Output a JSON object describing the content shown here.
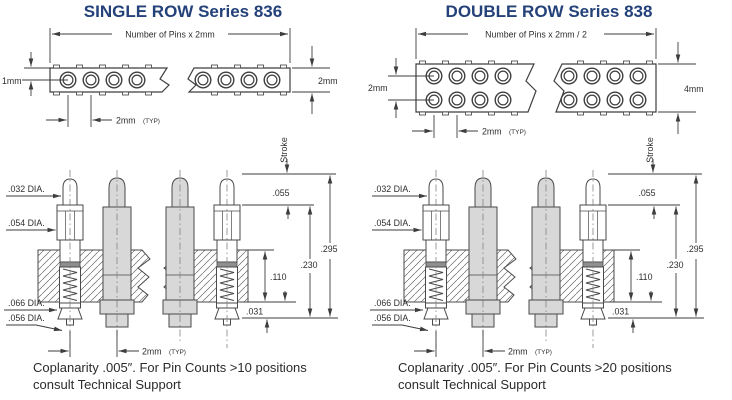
{
  "panels": {
    "left": {
      "title": "SINGLE ROW Series 836",
      "top_view": {
        "width_label": "Number of Pins x 2mm",
        "row_dim": "1mm",
        "height_dim": "2mm",
        "pitch_dim": "2mm",
        "pitch_typ": "(TYP)"
      },
      "side_view": {
        "stroke_label": "Stroke",
        "dia_plunger": ".032 DIA.",
        "dia_barrel": ".054 DIA.",
        "dia_press_fit": ".066 DIA.",
        "dia_tail": ".056 DIA.",
        "dim_stroke_len": ".055",
        "dim_overall": ".295",
        "dim_body": ".230",
        "dim_housing": ".110",
        "dim_tail_len": ".031",
        "pitch_dim": "2mm",
        "pitch_typ": "(TYP)"
      },
      "note_line1": "Coplanarity .005″. For Pin Counts >10 positions",
      "note_line2": "consult Technical Support"
    },
    "right": {
      "title": "DOUBLE ROW Series 838",
      "top_view": {
        "width_label": "Number of Pins x 2mm / 2",
        "row_dim": "2mm",
        "height_dim": "4mm",
        "pitch_dim": "2mm",
        "pitch_typ": "(TYP)"
      },
      "side_view": {
        "stroke_label": "Stroke",
        "dia_plunger": ".032 DIA.",
        "dia_barrel": ".054 DIA.",
        "dia_press_fit": ".066 DIA.",
        "dia_tail": ".056 DIA.",
        "dim_stroke_len": ".055",
        "dim_overall": ".295",
        "dim_body": ".230",
        "dim_housing": ".110",
        "dim_tail_len": ".031",
        "pitch_dim": "2mm",
        "pitch_typ": "(TYP)"
      },
      "note_line1": "Coplanarity .005″. For Pin Counts >20 positions",
      "note_line2": "consult Technical Support"
    }
  },
  "colors": {
    "title": "#24417a",
    "line": "#4a4a4a",
    "pin_fill": "#d8d8d8",
    "note_text": "#2b2b2b"
  }
}
